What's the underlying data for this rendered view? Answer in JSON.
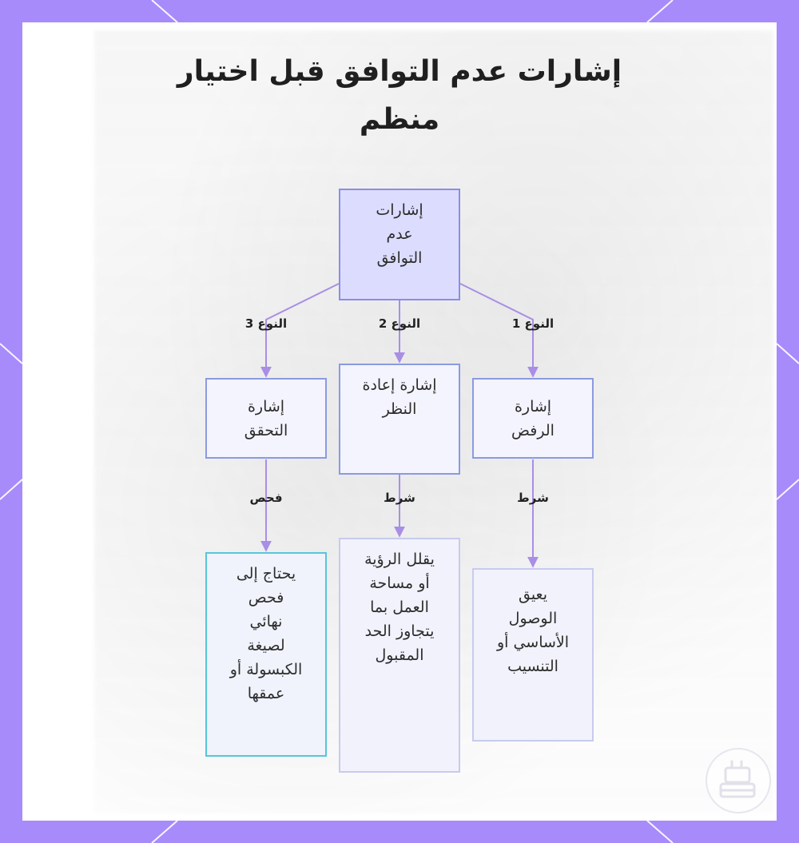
{
  "title": "إشارات عدم التوافق قبل اختيار منظم",
  "colors": {
    "frame": "#a78bfa",
    "root_fill": "#dcdcff",
    "root_border": "#8b8ee0",
    "connector": "#a98ee6",
    "leaf_cyan_border": "#56c6da"
  },
  "root": {
    "text": "إشارات\nعدم\nالتوافق"
  },
  "branches": [
    {
      "edge_label": "النوع 1",
      "node": "إشارة\nالرفض",
      "leaf_edge_label": "شرط",
      "leaf": "يعيق\nالوصول\nالأساسي أو\nالتنسيب"
    },
    {
      "edge_label": "النوع 2",
      "node": "إشارة إعادة\nالنظر",
      "leaf_edge_label": "شرط",
      "leaf": "يقلل الرؤية\nأو مساحة\nالعمل بما\nيتجاوز الحد\nالمقبول"
    },
    {
      "edge_label": "النوع 3",
      "node": "إشارة\nالتحقق",
      "leaf_edge_label": "فحص",
      "leaf": "يحتاج إلى\nفحص\nنهائي\nلصيغة\nالكبسولة أو\nعمقها"
    }
  ],
  "logo_icon": "robot-icon"
}
